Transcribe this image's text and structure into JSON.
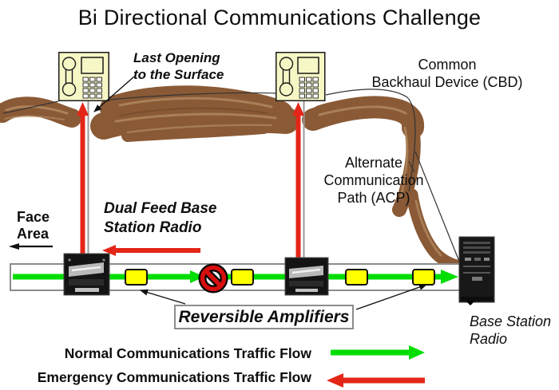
{
  "title": "Bi Directional Communications Challenge",
  "labels": {
    "last_opening": {
      "line1": "Last Opening",
      "line2": "to the Surface"
    },
    "cbd": {
      "line1": "Common",
      "line2": "Backhaul Device (CBD)"
    },
    "acp": {
      "line1": "Alternate",
      "line2": "Communication",
      "line3": "Path (ACP)"
    },
    "dual_feed": {
      "line1": "Dual Feed Base",
      "line2": "Station Radio"
    },
    "face_area": {
      "line1": "Face",
      "line2": "Area"
    },
    "reversible_amplifiers": "Reversible Amplifiers",
    "base_station_radio": {
      "line1": "Base Station",
      "line2": "Radio"
    }
  },
  "legend": {
    "normal": "Normal Communications Traffic Flow",
    "emergency": "Emergency Communications Traffic Flow"
  },
  "icons": {
    "telephone": "telephone-icon",
    "no_entry": "no-entry-icon",
    "amplifier": "amplifier-icon",
    "tunnel_radio": "dual-feed-radio-icon",
    "base_station": "base-station-radio-icon"
  },
  "colors": {
    "green": "#00dd00",
    "red": "#e42618",
    "brown": "#8a5a36",
    "brown_light": "#b08a60",
    "yellow": "#ffff00",
    "phone": "#f7f7c6",
    "tunnel": "#8c8c8c",
    "ink": "#111111"
  }
}
